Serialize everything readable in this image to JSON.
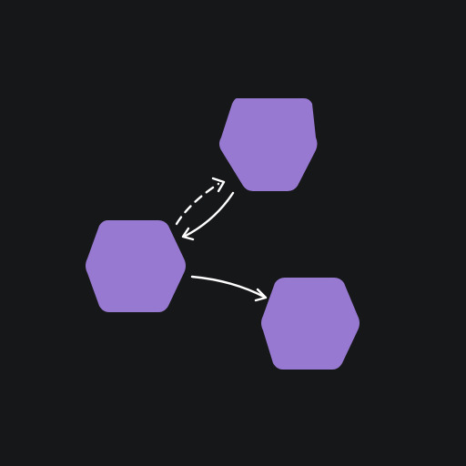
{
  "diagram": {
    "background": "#161719",
    "node_color": "#9879D1",
    "edge_color": "#FFFFFF",
    "nodes": [
      {
        "id": "left-node"
      },
      {
        "id": "top-right-node"
      },
      {
        "id": "bottom-right-node"
      }
    ],
    "edges": [
      {
        "from": "left-node",
        "to": "top-right-node",
        "style": "dashed"
      },
      {
        "from": "top-right-node",
        "to": "left-node",
        "style": "solid"
      },
      {
        "from": "left-node",
        "to": "bottom-right-node",
        "style": "solid"
      }
    ]
  }
}
